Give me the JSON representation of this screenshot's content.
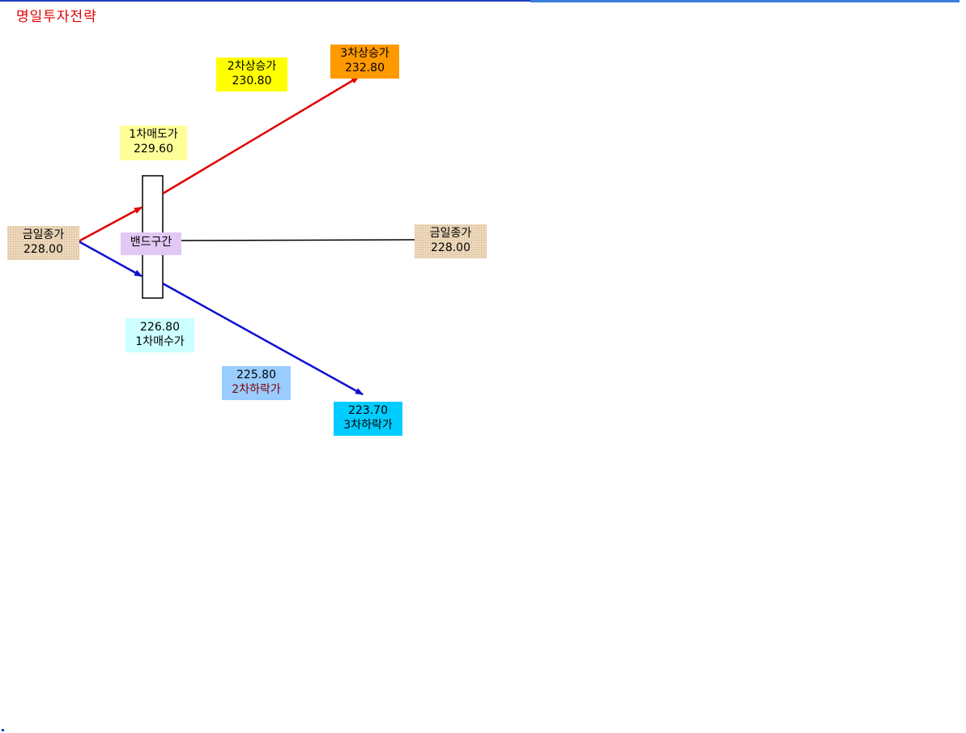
{
  "title": "명일투자전략",
  "colors": {
    "title": "#e00000",
    "up_arrow": "#e00000",
    "down_arrow": "#1010d0",
    "flat_line": "#000000",
    "close_box": "#f0dcc0",
    "band_box": "#e2c8f4",
    "first_sell_box": "#ffff99",
    "second_up_box": "#ffff00",
    "third_up_box": "#ff9900",
    "first_buy_box": "#ccffff",
    "second_down_box": "#99ccff",
    "third_down_box": "#00ccff"
  },
  "today_close_left": {
    "label": "금일종가",
    "value": "228.00"
  },
  "today_close_right": {
    "label": "금일종가",
    "value": "228.00"
  },
  "band": {
    "label": "밴드구간"
  },
  "first_sell": {
    "label": "1차매도가",
    "value": "229.60"
  },
  "second_up": {
    "label": "2차상승가",
    "value": "230.80"
  },
  "third_up": {
    "label": "3차상승가",
    "value": "232.80"
  },
  "first_buy": {
    "label": "1차매수가",
    "value": "226.80"
  },
  "second_down": {
    "label": "2차하락가",
    "value": "225.80"
  },
  "third_down": {
    "label": "3차하락가",
    "value": "223.70"
  }
}
